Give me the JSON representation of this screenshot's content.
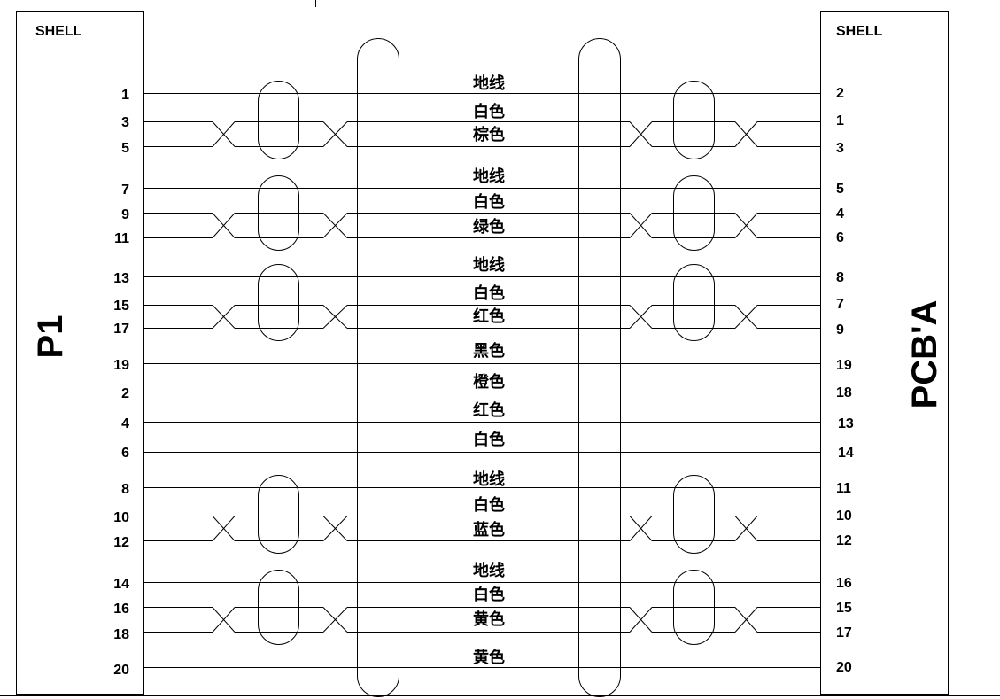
{
  "left_connector": {
    "name": "P1",
    "shell": "SHELL",
    "pins": [
      "1",
      "3",
      "5",
      "7",
      "9",
      "11",
      "13",
      "15",
      "17",
      "19",
      "2",
      "4",
      "6",
      "8",
      "10",
      "12",
      "14",
      "16",
      "18",
      "20"
    ]
  },
  "right_connector": {
    "name": "PCB'A",
    "shell": "SHELL",
    "pins": [
      "2",
      "1",
      "3",
      "5",
      "4",
      "6",
      "8",
      "7",
      "9",
      "19",
      "18",
      "13",
      "14",
      "11",
      "10",
      "12",
      "16",
      "15",
      "17",
      "20"
    ]
  },
  "wire_labels": [
    "地线",
    "白色",
    "棕色",
    "地线",
    "白色",
    "绿色",
    "地线",
    "白色",
    "红色",
    "黑色",
    "橙色",
    "红色",
    "白色",
    "地线",
    "白色",
    "蓝色",
    "地线",
    "白色",
    "黄色",
    "黄色"
  ]
}
